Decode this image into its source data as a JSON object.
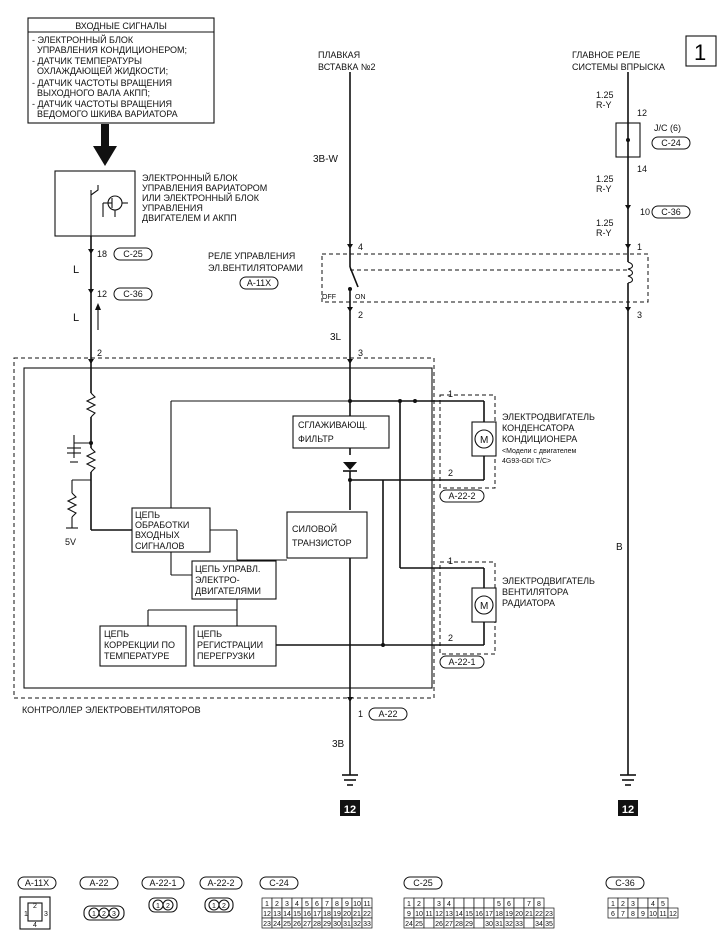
{
  "page_number": "1",
  "input_signals": {
    "title": "ВХОДНЫЕ СИГНАЛЫ",
    "items": [
      [
        "- ЭЛЕКТРОННЫЙ БЛОК",
        "УПРАВЛЕНИЯ КОНДИЦИОНЕРОМ;"
      ],
      [
        "- ДАТЧИК ТЕМПЕРАТУРЫ",
        "ОХЛАЖДАЮЩЕЙ ЖИДКОСТИ;"
      ],
      [
        "- ДАТЧИК ЧАСТОТЫ ВРАЩЕНИЯ",
        "ВЫХОДНОГО ВАЛА АКПП;"
      ],
      [
        "- ДАТЧИК ЧАСТОТЫ ВРАЩЕНИЯ",
        "ВЕДОМОГО ШКИВА ВАРИАТОРА"
      ]
    ]
  },
  "ecu_label": [
    "ЭЛЕКТРОННЫЙ БЛОК",
    "УПРАВЛЕНИЯ ВАРИАТОРОМ",
    "ИЛИ ЭЛЕКТРОННЫЙ БЛОК",
    "УПРАВЛЕНИЯ",
    "ДВИГАТЕЛЕМ И АКПП"
  ],
  "fuse_label": [
    "ПЛАВКАЯ",
    "ВСТАВКА №2"
  ],
  "main_relay_label": [
    "ГЛАВНОЕ РЕЛЕ",
    "СИСТЕМЫ ВПРЫСКА"
  ],
  "fan_relay_label": [
    "РЕЛЕ УПРАВЛЕНИЯ",
    "ЭЛ.ВЕНТИЛЯТОРАМИ"
  ],
  "relay_off": "OFF",
  "relay_on": "ON",
  "wires": {
    "fuse_wire": "3B-W",
    "relay_out": "3L",
    "ground_left": "3B",
    "right_wire1": [
      "1.25",
      "R-Y"
    ],
    "right_wire2": [
      "1.25",
      "R-Y"
    ],
    "right_wire3": [
      "1.25",
      "R-Y"
    ],
    "right_b": "B",
    "left_l1": "L",
    "left_l2": "L"
  },
  "pins": {
    "ecu_18": "18",
    "ecu_12": "12",
    "ctrl_2": "2",
    "relay_4": "4",
    "relay_2": "2",
    "ctrl_3": "3",
    "ctrl_1": "1",
    "jc_12": "12",
    "jc_14": "14",
    "jc_10": "10",
    "relay_1": "1",
    "relay_3": "3",
    "m1_1": "1",
    "m1_2": "2",
    "m2_1": "1",
    "m2_2": "2"
  },
  "jc_label": "J/C (6)",
  "connectors": {
    "c25": "C-25",
    "c36a": "C-36",
    "a11x": "A-11X",
    "c24": "C-24",
    "c36b": "C-36",
    "a22": "A-22",
    "a22_2": "A-22-2",
    "a22_1": "A-22-1"
  },
  "filter_label": [
    "СГЛАЖИВАЮЩ.",
    "ФИЛЬТР"
  ],
  "motor1_label": [
    "ЭЛЕКТРОДВИГАТЕЛЬ",
    "КОНДЕНСАТОРА",
    "КОНДИЦИОНЕРА",
    "<Модели с двигателем",
    "4G93-GDI T/C>"
  ],
  "motor2_label": [
    "ЭЛЕКТРОДВИГАТЕЛЬ",
    "ВЕНТИЛЯТОРА",
    "РАДИАТОРА"
  ],
  "input_circuit": [
    "ЦЕПЬ",
    "ОБРАБОТКИ",
    "ВХОДНЫХ",
    "СИГНАЛОВ"
  ],
  "power_transistor": [
    "СИЛОВОЙ",
    "ТРАНЗИСТОР"
  ],
  "motor_ctrl": [
    "ЦЕПЬ УПРАВЛ.",
    "ЭЛЕКТРО-",
    "ДВИГАТЕЛЯМИ"
  ],
  "temp_corr": [
    "ЦЕПЬ",
    "КОРРЕКЦИИ ПО",
    "ТЕМПЕРАТУРЕ"
  ],
  "overload": [
    "ЦЕПЬ",
    "РЕГИСТРАЦИИ",
    "ПЕРЕГРУЗКИ"
  ],
  "voltage_5v": "5V",
  "controller_label": "КОНТРОЛЛЕР ЭЛЕКТРОВЕНТИЛЯТОРОВ",
  "ground_ref": "12",
  "legend": {
    "a11x": "A-11X",
    "a22": "A-22",
    "a22_1": "A-22-1",
    "a22_2": "A-22-2",
    "c24": "C-24",
    "c25": "C-25",
    "c36": "C-36",
    "c24_rows": [
      [
        "1",
        "2",
        "3",
        "4",
        "5",
        "6",
        "7",
        "8",
        "9",
        "10",
        "11"
      ],
      [
        "12",
        "13",
        "14",
        "15",
        "16",
        "17",
        "18",
        "19",
        "20",
        "21",
        "22"
      ],
      [
        "23",
        "24",
        "25",
        "26",
        "27",
        "28",
        "29",
        "30",
        "31",
        "32",
        "33"
      ]
    ],
    "c25_rows": [
      [
        "1",
        "2",
        "",
        "3",
        "4",
        "",
        "",
        "",
        "",
        "5",
        "6",
        "",
        "7",
        "8"
      ],
      [
        "9",
        "10",
        "11",
        "12",
        "13",
        "14",
        "15",
        "16",
        "17",
        "18",
        "19",
        "20",
        "21",
        "22",
        "23"
      ],
      [
        "24",
        "25",
        "",
        "26",
        "27",
        "28",
        "29",
        "",
        "30",
        "31",
        "32",
        "33",
        "",
        "34",
        "35"
      ]
    ],
    "c36_rows": [
      [
        "1",
        "2",
        "3",
        "",
        "4",
        "5"
      ],
      [
        "6",
        "7",
        "8",
        "9",
        "10",
        "11",
        "12"
      ]
    ],
    "a22_pins": [
      "1",
      "2",
      "3"
    ],
    "a22_1_pins": [
      "1",
      "2"
    ],
    "a22_2_pins": [
      "1",
      "2"
    ],
    "a11x_pins": [
      "2",
      "1",
      "3",
      "4"
    ]
  }
}
